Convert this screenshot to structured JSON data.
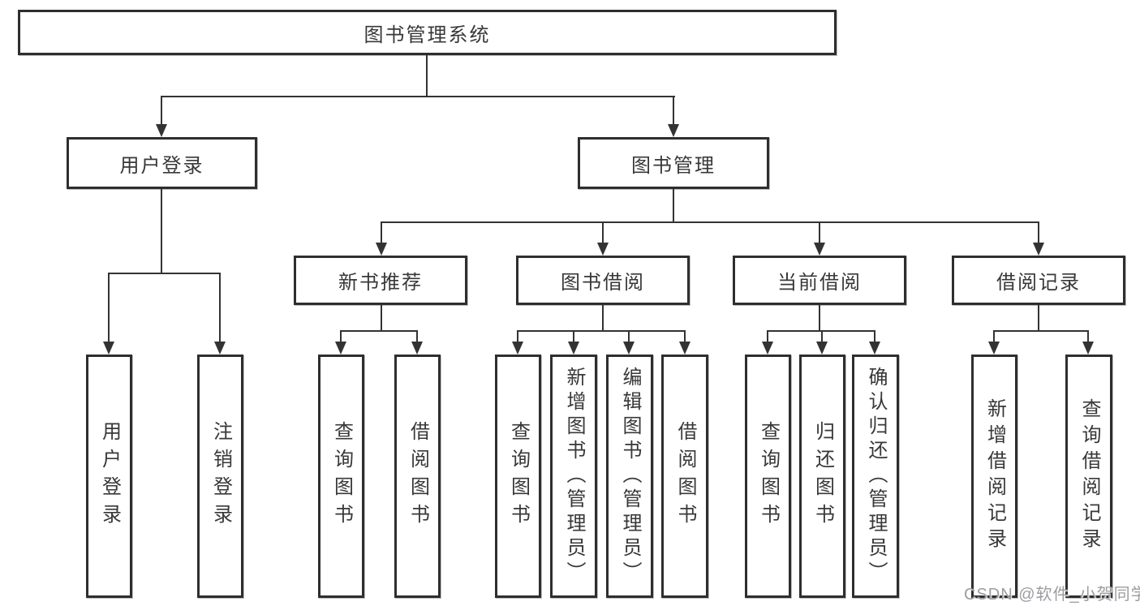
{
  "diagram": {
    "root": "图书管理系统",
    "branches": [
      {
        "label": "用户登录",
        "children": [
          "用户登录",
          "注销登录"
        ]
      },
      {
        "label": "图书管理",
        "groups": [
          {
            "label": "新书推荐",
            "children": [
              "查询图书",
              "借阅图书"
            ]
          },
          {
            "label": "图书借阅",
            "children": [
              "查询图书",
              "新增图书（管理员）",
              "编辑图书（管理员）",
              "借阅图书"
            ]
          },
          {
            "label": "当前借阅",
            "children": [
              "查询图书",
              "归还图书",
              "确认归还（管理员）"
            ]
          },
          {
            "label": "借阅记录",
            "children": [
              "新增借阅记录",
              "查询借阅记录"
            ]
          }
        ]
      }
    ],
    "watermark": "CSDN @软件_小贺同学",
    "colors": {
      "background": "#ffffff",
      "line": "#333333",
      "box_border": "#2e2e2e",
      "text": "#383838",
      "watermark": "#9c9ca2"
    }
  }
}
